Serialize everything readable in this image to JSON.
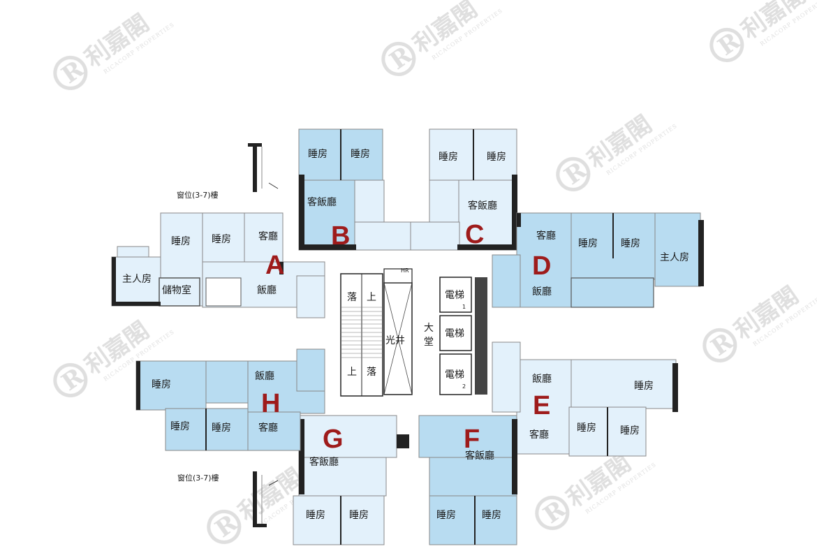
{
  "watermark": {
    "brand": "利嘉閣",
    "sub": "RICACORP PROPERTIES",
    "logo_letter": "R"
  },
  "colors": {
    "dark_unit": "#b8dcf1",
    "light_unit": "#e3f1fb",
    "wall": "#222222",
    "letter": "#9e1b1b",
    "core": "#ffffff"
  },
  "rooms": {
    "bedroom": "睡房",
    "master_bedroom": "主人房",
    "living": "客廳",
    "dining": "飯廳",
    "living_dining": "客飯廳",
    "storeroom": "儲物室"
  },
  "units": {
    "A": "A",
    "B": "B",
    "C": "C",
    "D": "D",
    "E": "E",
    "F": "F",
    "G": "G",
    "H": "H"
  },
  "core": {
    "lift": "電梯",
    "lift_1": "1",
    "lift_2": "2",
    "lobby_1": "大",
    "lobby_2": "堂",
    "lightwell": "光井",
    "stairs_down": "落",
    "stairs_up": "上",
    "hr": "HR"
  },
  "notes": {
    "window_top": "窗位(3-7)樓",
    "window_bottom": "窗位(3-7)樓"
  }
}
